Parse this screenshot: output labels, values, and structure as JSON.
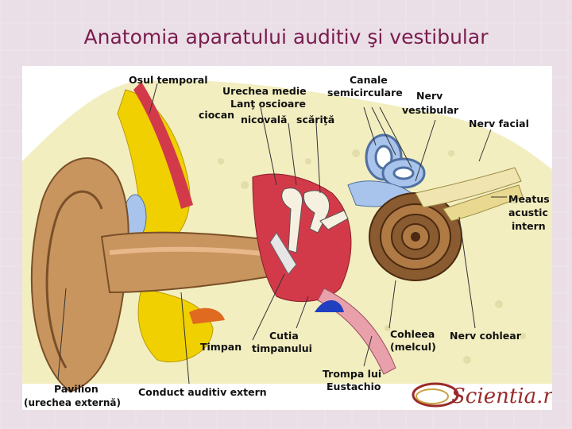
{
  "title": "Anatomia aparatului auditiv şi vestibular",
  "labels": {
    "osul_temporal": "Osul temporal",
    "urechea_medie": "Urechea medie",
    "lant_oscioare": "Lanţ oscioare",
    "ciocan": "ciocan",
    "nicovala": "nicovală",
    "scarita": "scăriţă",
    "canale_1": "Canale",
    "canale_2": "semicirculare",
    "nerv_vestibular_1": "Nerv",
    "nerv_vestibular_2": "vestibular",
    "nerv_facial": "Nerv facial",
    "meatus_1": "Meatus",
    "meatus_2": "acustic",
    "meatus_3": "intern",
    "cohleea_1": "Cohleea",
    "cohleea_2": "(melcul)",
    "nerv_cohlear": "Nerv cohlear",
    "cutia_1": "Cutia",
    "cutia_2": "timpanului",
    "timpan": "Timpan",
    "trompa_1": "Trompa lui",
    "trompa_2": "Eustachio",
    "pavilion_1": "Pavilion",
    "pavilion_2": "(urechea externă)",
    "conduct": "Conduct auditiv extern"
  },
  "logo": {
    "text": "Scientia.ro"
  },
  "colors": {
    "title": "#7a1c4f",
    "bone": "#f2eec0",
    "yellow": "#f0d000",
    "skin": "#c8955f",
    "red": "#d23a4a",
    "pink": "#e8a0aa",
    "blue": "#a8c4ec",
    "cochlea": "#8a5a30"
  }
}
